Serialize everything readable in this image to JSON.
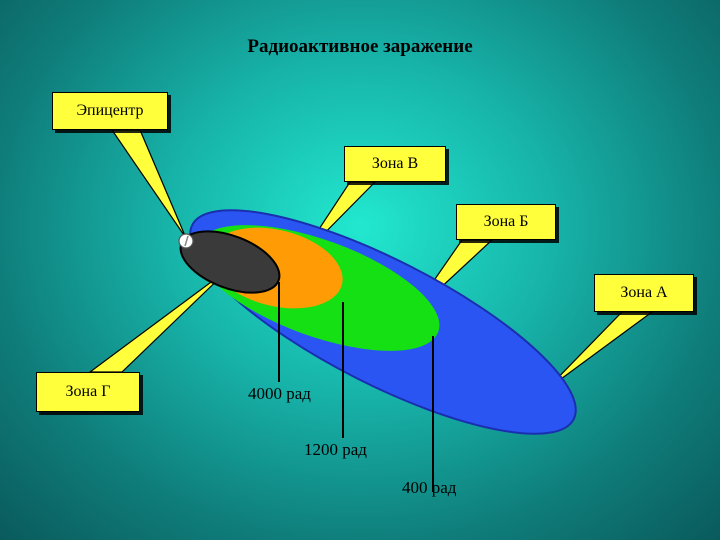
{
  "title": "Радиоактивное заражение",
  "labels": {
    "epicenter": "Эпицентр",
    "zone_v": "Зона В",
    "zone_b": "Зона Б",
    "zone_a": "Зона А",
    "zone_g": "Зона Г"
  },
  "doses": {
    "d4000": "4000 рад",
    "d1200": "1200 рад",
    "d400": "400 рад"
  },
  "colors": {
    "zone_a": "#2a55f2",
    "zone_b": "#14e014",
    "zone_v": "#ff9b05",
    "zone_g": "#3a3a3a",
    "callout": "#ffff3c"
  }
}
